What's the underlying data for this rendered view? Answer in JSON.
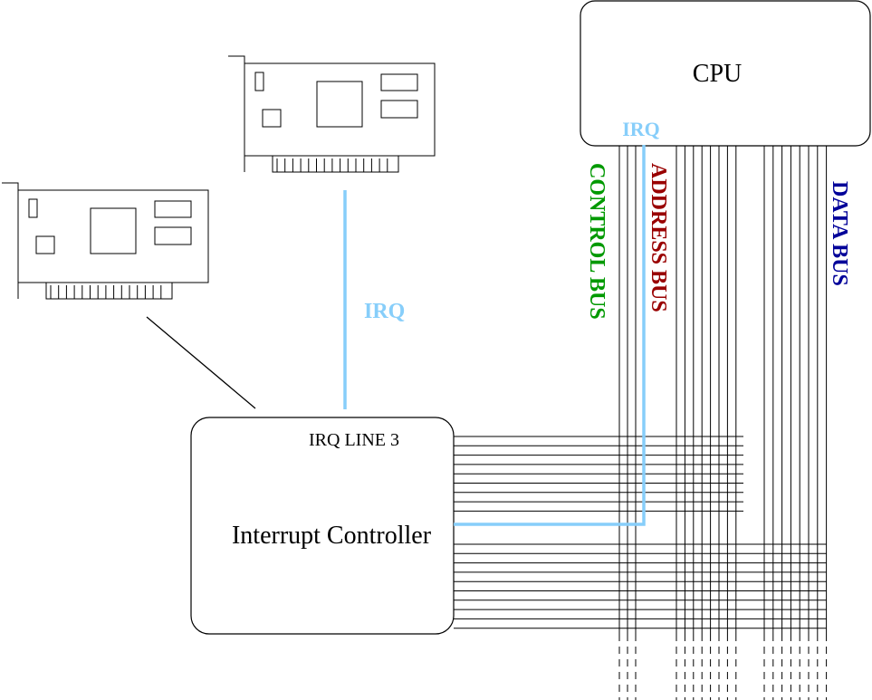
{
  "labels": {
    "cpu": "CPU",
    "cpu_irq": "IRQ",
    "card_irq": "IRQ",
    "irq_line": "IRQ LINE 3",
    "controller": "Interrupt Controller",
    "control_bus": "CONTROL BUS",
    "address_bus": "ADDRESS BUS",
    "data_bus": "DATA BUS"
  },
  "colors": {
    "irq": "#87cefa",
    "control_bus": "#009900",
    "address_bus": "#990000",
    "data_bus": "#000099",
    "line": "#000000"
  },
  "bus_line_counts": {
    "control": 3,
    "address": 8,
    "data": 8
  },
  "icons": [
    "expansion-card-icon",
    "expansion-card-icon"
  ]
}
